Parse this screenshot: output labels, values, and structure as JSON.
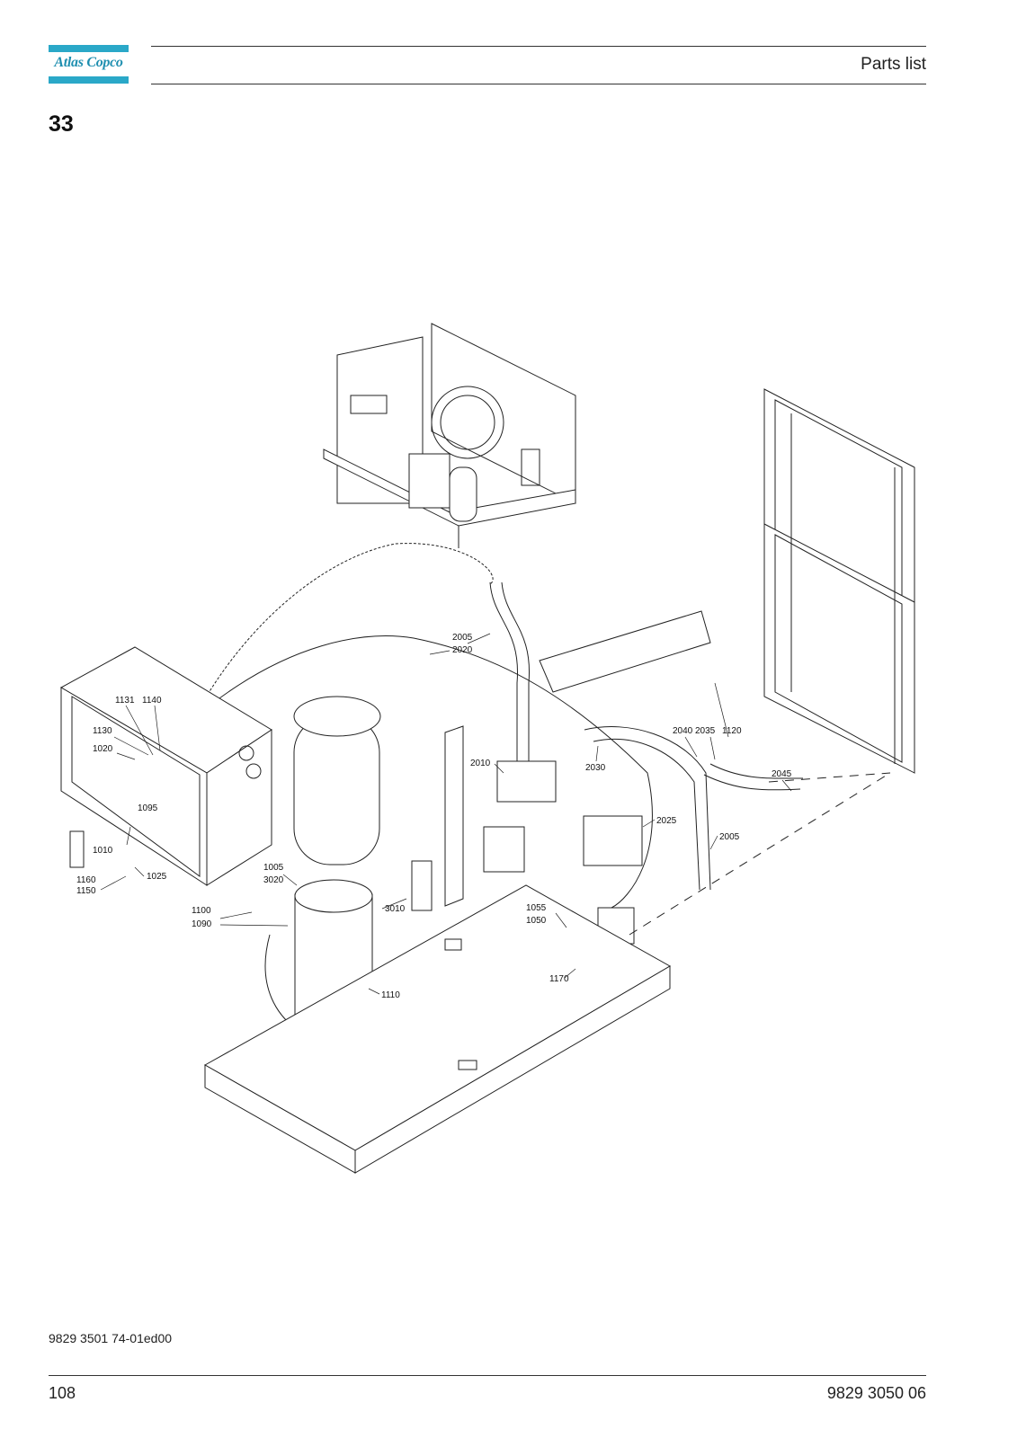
{
  "header": {
    "logo_text": "Atlas Copco",
    "title": "Parts list"
  },
  "page_title": "33",
  "drawing": {
    "labels": [
      "2005",
      "2020",
      "1131",
      "1140",
      "1130",
      "1020",
      "1095",
      "1010",
      "1160",
      "1150",
      "1025",
      "1005",
      "3020",
      "1100",
      "1090",
      "3010",
      "1110",
      "2010",
      "2030",
      "2040",
      "2035",
      "1120",
      "2045",
      "2025",
      "2005",
      "1055",
      "1050",
      "1170"
    ]
  },
  "footer": {
    "doc_id": "9829 3501 74-01ed00",
    "page_number": "108",
    "manual_number": "9829 3050 06"
  },
  "colors": {
    "brand": "#2aa8c8"
  }
}
